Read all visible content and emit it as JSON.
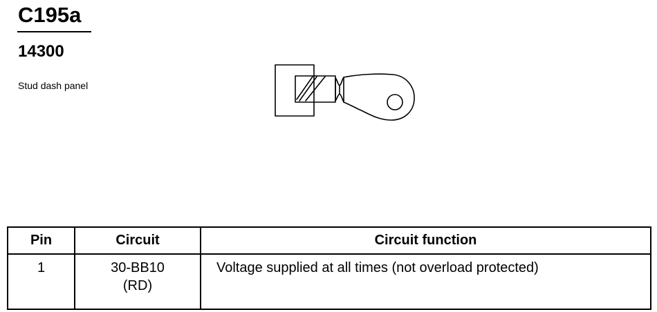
{
  "header": {
    "connector_id": "C195a",
    "part_number": "14300",
    "location": "Stud dash panel"
  },
  "pin_table": {
    "columns": [
      "Pin",
      "Circuit",
      "Circuit function"
    ],
    "rows": [
      {
        "pin": "1",
        "circuit": "30-BB10",
        "circuit_color": "(RD)",
        "function": "Voltage supplied at all times (not overload protected)"
      }
    ]
  }
}
